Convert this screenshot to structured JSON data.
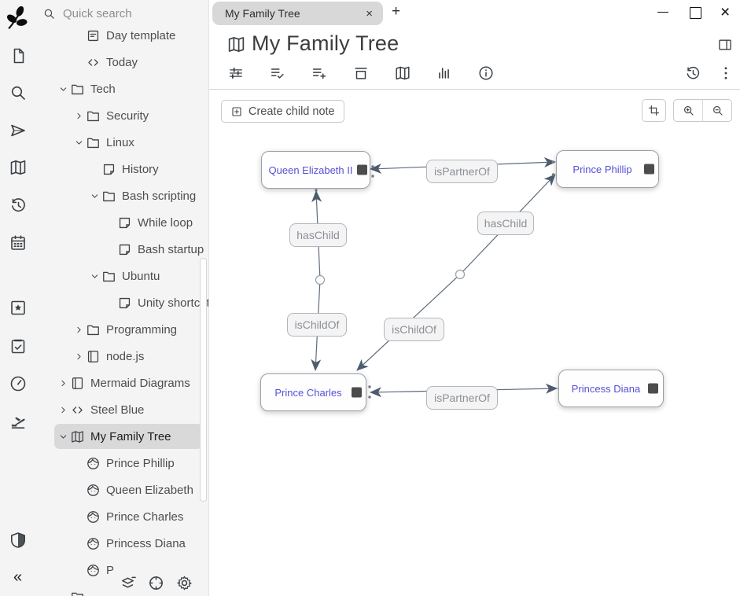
{
  "tab_bar": {
    "active_tab": "My Family Tree",
    "close_icon": "×",
    "new_tab_icon": "+"
  },
  "window_controls": [
    "minimize-icon",
    "maximize-icon",
    "close-icon"
  ],
  "launcher": {
    "icons": [
      "trilium-logo",
      "new-note-icon",
      "search-icon",
      "jump-to-note-icon",
      "map-icon",
      "recent-changes-icon",
      "calendar-icon",
      "bookmarks-icon",
      "todo-icon",
      "dashboard-icon",
      "travel-icon",
      "protected-session-icon",
      "collapse-tree-pane-icon"
    ]
  },
  "sidebar": {
    "quick_search_placeholder": "Quick search",
    "tree": [
      {
        "label": "Day template",
        "icon": "template-icon",
        "level": 1
      },
      {
        "label": "Today",
        "icon": "code-note-icon",
        "level": 1
      },
      {
        "label": "Tech",
        "icon": "folder-icon",
        "level": 0,
        "state": "expanded"
      },
      {
        "label": "Security",
        "icon": "folder-icon",
        "level": 1,
        "state": "collapsed"
      },
      {
        "label": "Linux",
        "icon": "folder-icon",
        "level": 1,
        "state": "expanded"
      },
      {
        "label": "History",
        "icon": "note-icon",
        "level": 2
      },
      {
        "label": "Bash scripting",
        "icon": "folder-icon",
        "level": 2,
        "state": "expanded"
      },
      {
        "label": "While loop",
        "icon": "note-icon",
        "level": 3
      },
      {
        "label": "Bash startup",
        "icon": "note-icon",
        "level": 3
      },
      {
        "label": "Ubuntu",
        "icon": "folder-icon",
        "level": 2,
        "state": "expanded"
      },
      {
        "label": "Unity shortcuts",
        "icon": "note-icon",
        "level": 3
      },
      {
        "label": "Programming",
        "icon": "folder-icon",
        "level": 1,
        "state": "collapsed"
      },
      {
        "label": "node.js",
        "icon": "book-icon",
        "level": 1,
        "state": "collapsed"
      },
      {
        "label": "Mermaid Diagrams",
        "icon": "book-icon",
        "level": 0,
        "state": "collapsed"
      },
      {
        "label": "Steel Blue",
        "icon": "code-note-icon",
        "level": 0,
        "state": "collapsed"
      },
      {
        "label": "My Family Tree",
        "icon": "map-icon",
        "level": 0,
        "state": "expanded",
        "selected": true
      },
      {
        "label": "Prince Phillip",
        "icon": "person-icon",
        "level": 1
      },
      {
        "label": "Queen Elizabeth",
        "icon": "person-icon",
        "level": 1
      },
      {
        "label": "Prince Charles",
        "icon": "person-icon",
        "level": 1
      },
      {
        "label": "Princess Diana",
        "icon": "person-icon",
        "level": 1
      },
      {
        "label": "P",
        "icon": "person-icon",
        "level": 1
      },
      {
        "label": "",
        "icon": "folder-icon",
        "level": 0
      }
    ],
    "tree_actions": [
      "collapse-tree-icon",
      "scroll-to-active-icon",
      "tree-settings-icon"
    ]
  },
  "note": {
    "title": "My Family Tree",
    "type_icon": "map-icon",
    "ribbon_icons": [
      "basic-properties-icon",
      "owned-attributes-icon",
      "promoted-attributes-icon",
      "note-paths-icon",
      "map-icon",
      "similar-notes-icon",
      "note-info-icon"
    ],
    "header_right_icons": [
      "revisions-icon",
      "more-options-icon"
    ],
    "panel_toggle_icon": "right-pane-toggle-icon"
  },
  "map_toolbar": {
    "create_child_note": "Create child note",
    "zoom_controls": [
      "reset-zoom-icon",
      "zoom-in-icon",
      "zoom-out-icon"
    ]
  },
  "relation_map": {
    "nodes": [
      {
        "label": "Queen Elizabeth II"
      },
      {
        "label": "Prince Phillip"
      },
      {
        "label": "Prince Charles"
      },
      {
        "label": "Princess Diana"
      }
    ],
    "edge_labels": [
      {
        "label": "isPartnerOf"
      },
      {
        "label": "hasChild"
      },
      {
        "label": "isChildOf"
      },
      {
        "label": "hasChild"
      },
      {
        "label": "isChildOf"
      },
      {
        "label": "isPartnerOf"
      }
    ],
    "accent_color": "#5550d8",
    "edge_color": "#5d6b7d"
  }
}
